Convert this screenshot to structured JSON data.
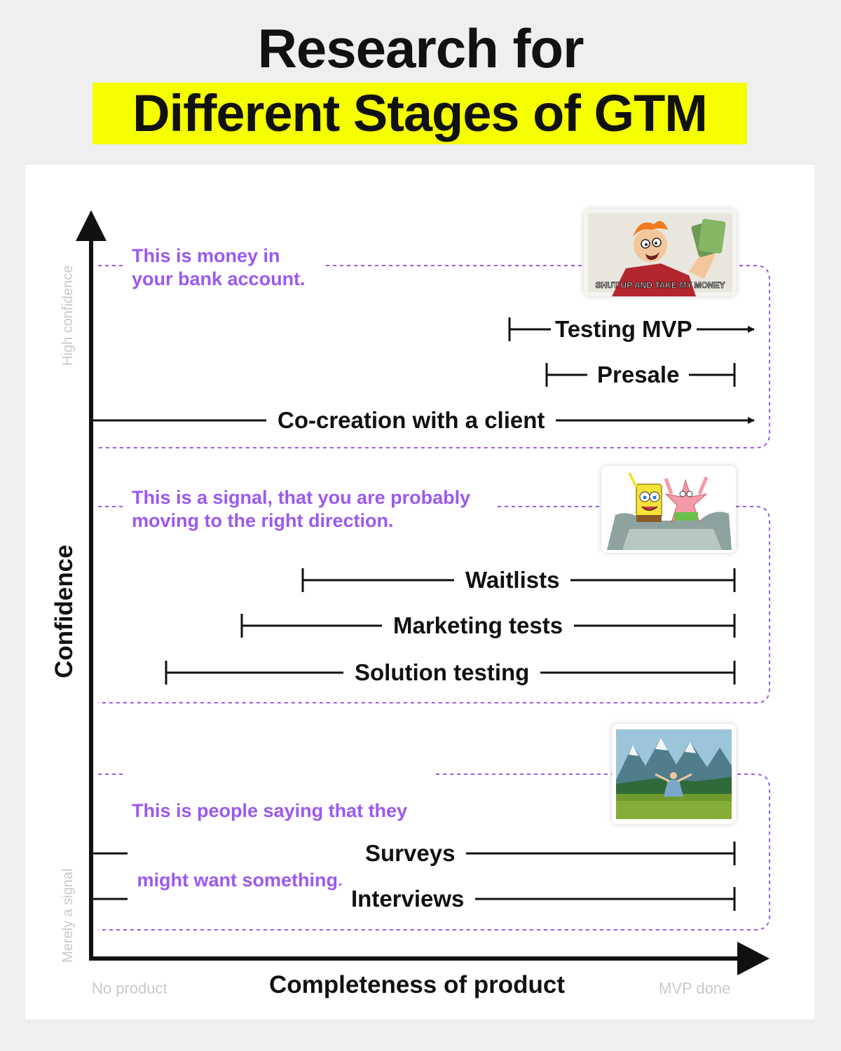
{
  "title": {
    "line1": "Research for",
    "line2": "Different Stages of GTM"
  },
  "axes": {
    "y_title": "Confidence",
    "y_high": "High confidence",
    "y_low": "Merely a signal",
    "x_title": "Completeness of product",
    "x_start": "No product",
    "x_end": "MVP done"
  },
  "groups": [
    {
      "annotation_line1": "This is money in",
      "annotation_line2": "your bank account.",
      "meme_icon": "futurama-fry-money-meme-icon",
      "meme_caption": "SHUT UP AND TAKE MY MONEY",
      "methods": [
        "Testing MVP",
        "Presale",
        "Co-creation with a client"
      ]
    },
    {
      "annotation_line1": "This is a signal, that you are probably",
      "annotation_line2": "moving to the right direction.",
      "meme_icon": "spongebob-patrick-meme-icon",
      "methods": [
        "Waitlists",
        "Marketing tests",
        "Solution testing"
      ]
    },
    {
      "annotation_line1": "This is people saying that they",
      "annotation_line2": " might want something.",
      "meme_icon": "meadow-mountains-meme-icon",
      "methods": [
        "Surveys",
        "Interviews"
      ]
    }
  ],
  "colors": {
    "accent_purple": "#9b59f0",
    "title_highlight": "#f6ff00",
    "ink": "#111111"
  }
}
